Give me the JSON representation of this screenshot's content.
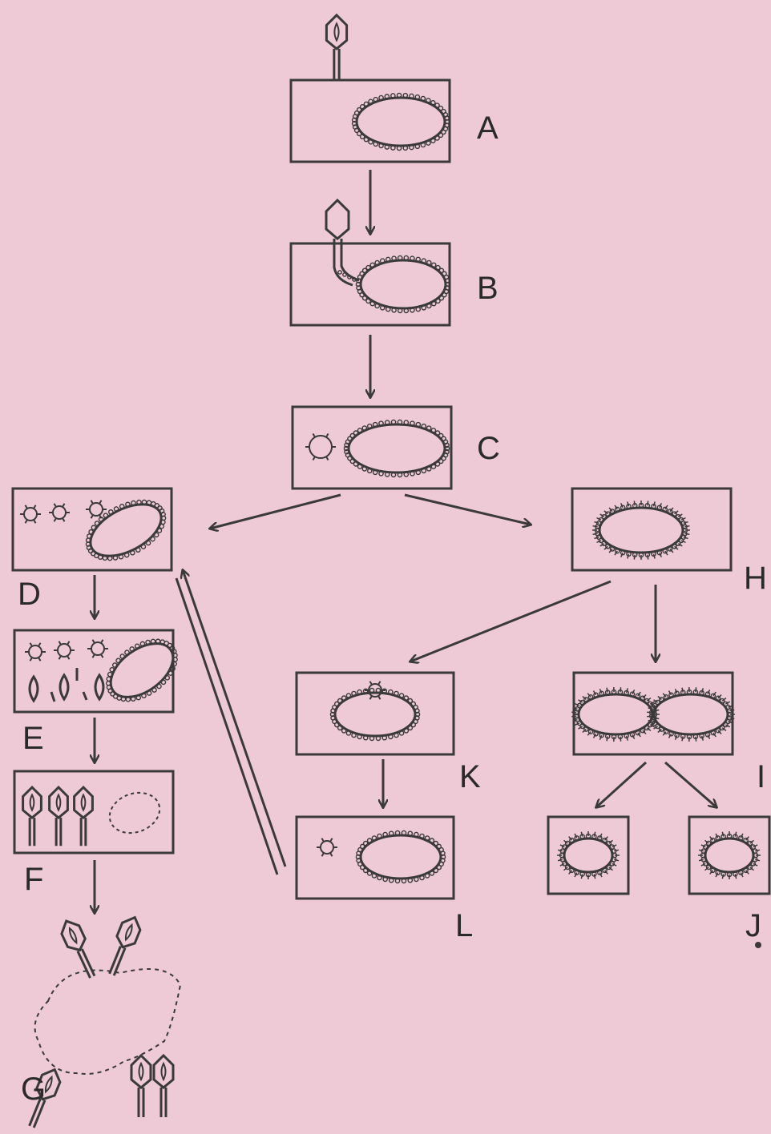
{
  "labels": {
    "A": "A",
    "B": "B",
    "C": "C",
    "D": "D",
    "E": "E",
    "F": "F",
    "G": "G",
    "H": "H",
    "I": "I",
    "J": "J",
    "K": "K",
    "L": "L"
  },
  "colors": {
    "background": "#eec9d6",
    "ink": "#3a3a3a"
  }
}
